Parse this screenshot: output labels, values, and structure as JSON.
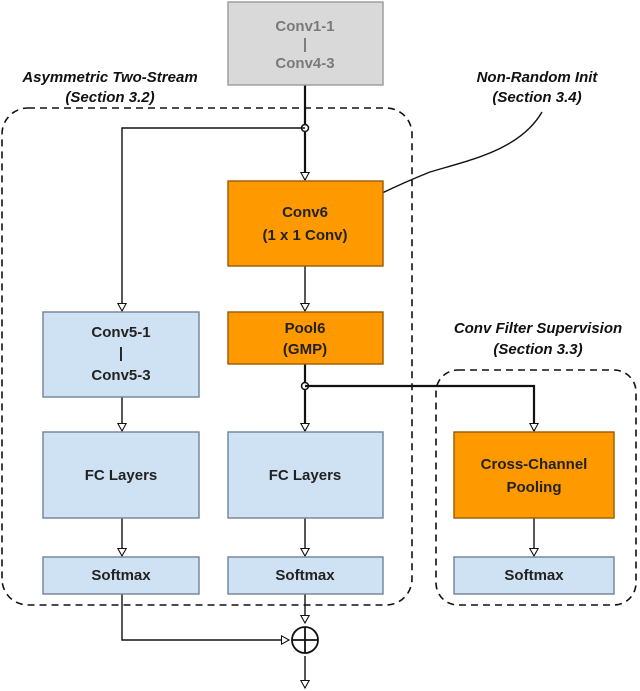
{
  "colors": {
    "orange": "#ff9900",
    "orange_border": "#9b5a00",
    "blue": "#cfe2f3",
    "blue_border": "#6f8294",
    "gray": "#d9d9d9",
    "gray_border": "#9a9a9a",
    "gray_text": "#7a7a7a"
  },
  "boxes": {
    "conv1_4": {
      "line1": "Conv1-1",
      "line2": "|",
      "line3": "Conv4-3"
    },
    "conv6": {
      "line1": "Conv6",
      "line2": "(1 x 1 Conv)"
    },
    "pool6": {
      "line1": "Pool6",
      "line2": "(GMP)"
    },
    "conv5": {
      "line1": "Conv5-1",
      "line2": "|",
      "line3": "Conv5-3"
    },
    "fc_left": {
      "label": "FC Layers"
    },
    "fc_mid": {
      "label": "FC Layers"
    },
    "ccp": {
      "line1": "Cross-Channel",
      "line2": "Pooling"
    },
    "softmax_left": {
      "label": "Softmax"
    },
    "softmax_mid": {
      "label": "Softmax"
    },
    "softmax_right": {
      "label": "Softmax"
    }
  },
  "annotations": {
    "two_stream": {
      "line1": "Asymmetric Two-Stream",
      "line2": "(Section 3.2)"
    },
    "non_random": {
      "line1": "Non-Random Init",
      "line2": "(Section 3.4)"
    },
    "conv_filter": {
      "line1": "Conv Filter Supervision",
      "line2": "(Section 3.3)"
    }
  }
}
